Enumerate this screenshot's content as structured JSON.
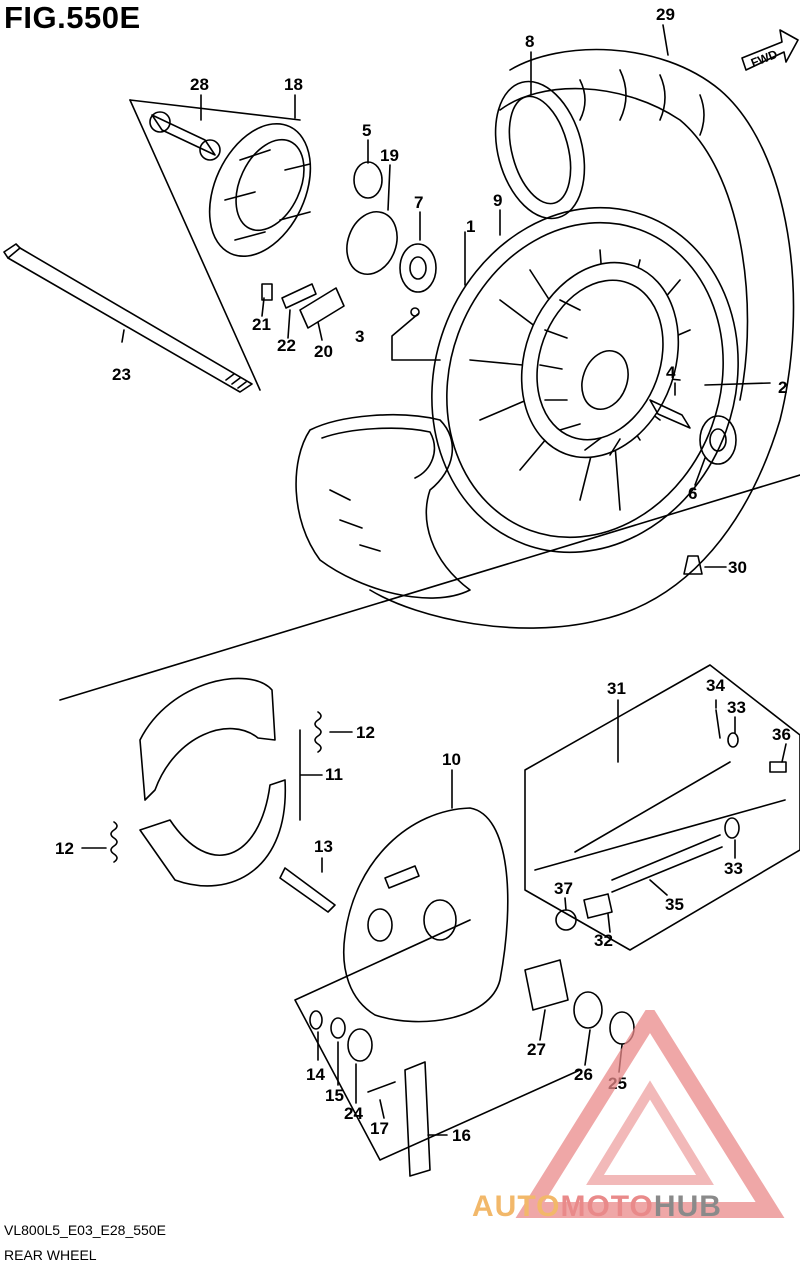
{
  "figure": {
    "title": "FIG.550E",
    "code": "VL800L5_E03_E28_550E",
    "name": "REAR WHEEL",
    "fwd_label": "FWD"
  },
  "watermark": {
    "part1": "AUTO",
    "part2": "MOTO",
    "part3": "HUB",
    "colors": {
      "auto": "#f2b86a",
      "moto": "#e98a8a",
      "hub": "#8a8a8a",
      "triangle": "#e98a8a"
    }
  },
  "callouts": {
    "c1": "1",
    "c2": "2",
    "c3": "3",
    "c4": "4",
    "c5": "5",
    "c6": "6",
    "c7": "7",
    "c8": "8",
    "c9": "9",
    "c10": "10",
    "c11": "11",
    "c12a": "12",
    "c12b": "12",
    "c13": "13",
    "c14": "14",
    "c15": "15",
    "c16": "16",
    "c17": "17",
    "c18": "18",
    "c19": "19",
    "c20": "20",
    "c21": "21",
    "c22": "22",
    "c23": "23",
    "c24": "24",
    "c25": "25",
    "c26": "26",
    "c27": "27",
    "c28": "28",
    "c29": "29",
    "c30": "30",
    "c31": "31",
    "c32": "32",
    "c33a": "33",
    "c33b": "33",
    "c34": "34",
    "c35": "35",
    "c36": "36",
    "c37": "37"
  }
}
